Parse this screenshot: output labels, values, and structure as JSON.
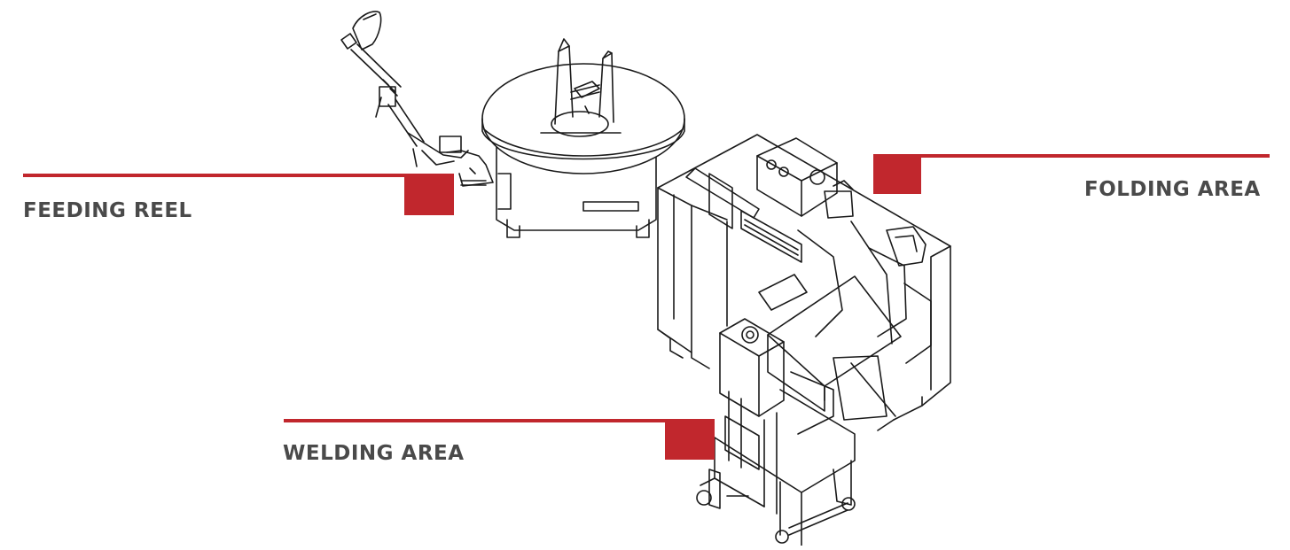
{
  "callouts": {
    "feeding_reel": "FEEDING REEL",
    "folding_area": "FOLDING AREA",
    "welding_area": "WELDING AREA"
  },
  "colors": {
    "accent": "#c1272d",
    "text": "#4a4a4a",
    "line_art": "#1a1a1a"
  },
  "illustration": {
    "icon": "machine-line-drawing",
    "parts": [
      "wire-straightener-arm",
      "feeding-reel-turntable",
      "folding-unit",
      "welding-unit"
    ]
  }
}
